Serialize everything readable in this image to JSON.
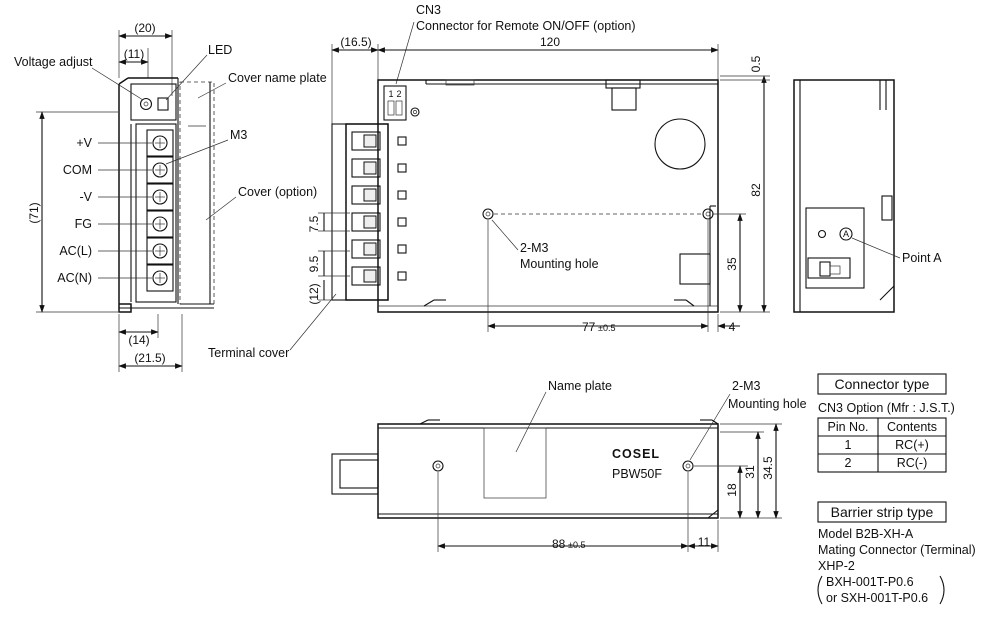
{
  "front_view": {
    "dim_20": "(20)",
    "dim_11": "(11)",
    "dim_71": "(71)",
    "dim_14": "(14)",
    "dim_21_5": "(21.5)",
    "voltage_adjust": "Voltage adjust",
    "led": "LED",
    "cover_name_plate": "Cover name plate",
    "m3": "M3",
    "cover_option": "Cover (option)",
    "terminal_cover": "Terminal cover",
    "terminals": [
      "+V",
      "COM",
      "-V",
      "FG",
      "AC(L)",
      "AC(N)"
    ]
  },
  "top_view": {
    "cn3": "CN3",
    "cn3_desc": "Connector for Remote ON/OFF (option)",
    "pin1": "1",
    "pin2": "2",
    "dim_16_5": "(16.5)",
    "dim_120": "120",
    "dim_0_5": "0.5",
    "dim_82": "82",
    "dim_35": "35",
    "dim_7_5": "7.5",
    "dim_9_5": "9.5",
    "dim_12": "(12)",
    "dim_77": "77",
    "dim_77_tol": "±0.5",
    "dim_4": "4",
    "mounting_qty": "2-M3",
    "mounting_hole": "Mounting hole"
  },
  "side_view": {
    "point_a": "Point A",
    "a_marker": "A"
  },
  "bottom_view": {
    "name_plate": "Name plate",
    "mounting_qty": "2-M3",
    "mounting_hole": "Mounting hole",
    "brand": "COSEL",
    "model": "PBW50F",
    "dim_88": "88",
    "dim_88_tol": "±0.5",
    "dim_11": "11",
    "dim_18": "18",
    "dim_31": "31",
    "dim_34_5": "34.5"
  },
  "connector_type": {
    "title": "Connector type",
    "subtitle": "CN3 Option (Mfr : J.S.T.)",
    "headers": [
      "Pin No.",
      "Contents"
    ],
    "rows": [
      [
        "1",
        "RC(+)"
      ],
      [
        "2",
        "RC(-)"
      ]
    ]
  },
  "barrier_strip": {
    "title": "Barrier strip type",
    "line1": "Model B2B-XH-A",
    "line2": "Mating Connector (Terminal)",
    "line3": "XHP-2",
    "line4": "BXH-001T-P0.6",
    "line5": "or SXH-001T-P0.6"
  }
}
